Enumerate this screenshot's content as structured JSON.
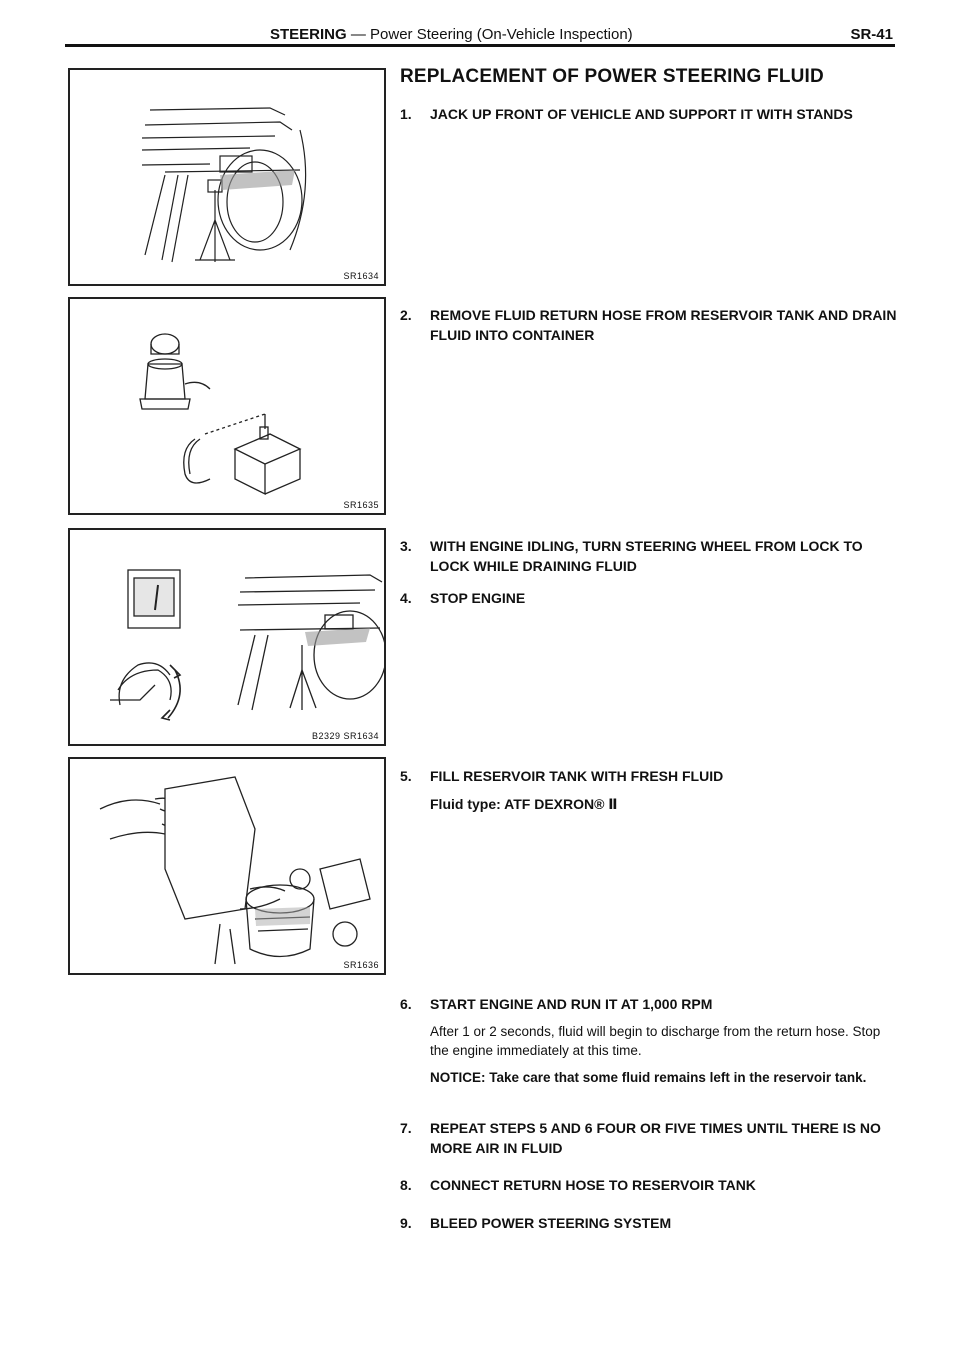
{
  "header": {
    "section": "STEERING",
    "subtitle": "Power Steering (On-Vehicle Inspection)",
    "page": "SR-41"
  },
  "section_title": "REPLACEMENT OF POWER STEERING FLUID",
  "figures": [
    {
      "code": "SR1634"
    },
    {
      "code": "SR1635"
    },
    {
      "code": "B2329 SR1634"
    },
    {
      "code": "SR1636"
    }
  ],
  "steps": [
    {
      "num": "1.",
      "text": "JACK UP FRONT OF VEHICLE AND SUPPORT IT WITH STANDS"
    },
    {
      "num": "2.",
      "text": "REMOVE FLUID RETURN HOSE FROM RESERVOIR TANK AND DRAIN FLUID INTO CONTAINER"
    },
    {
      "num": "3.",
      "text": "WITH ENGINE IDLING, TURN STEERING WHEEL FROM LOCK TO LOCK WHILE DRAINING FLUID"
    },
    {
      "num": "4.",
      "text": "STOP ENGINE"
    },
    {
      "num": "5.",
      "text": "FILL RESERVOIR TANK WITH FRESH FLUID"
    },
    {
      "num": "6.",
      "text": "START ENGINE AND RUN IT AT 1,000 RPM"
    },
    {
      "num": "7.",
      "text": "REPEAT STEPS 5 AND 6 FOUR OR FIVE TIMES UNTIL THERE IS NO MORE AIR IN FLUID"
    },
    {
      "num": "8.",
      "text": "CONNECT RETURN HOSE TO RESERVOIR TANK"
    },
    {
      "num": "9.",
      "text": "BLEED POWER STEERING SYSTEM"
    }
  ],
  "fluid_spec": "Fluid type:   ATF DEXRON® Ⅱ",
  "step6_detail": "After 1 or 2 seconds, fluid will begin to discharge from the return hose. Stop the engine immediately at this time.",
  "notice": "NOTICE:  Take care that some fluid remains left in the reservoir tank."
}
